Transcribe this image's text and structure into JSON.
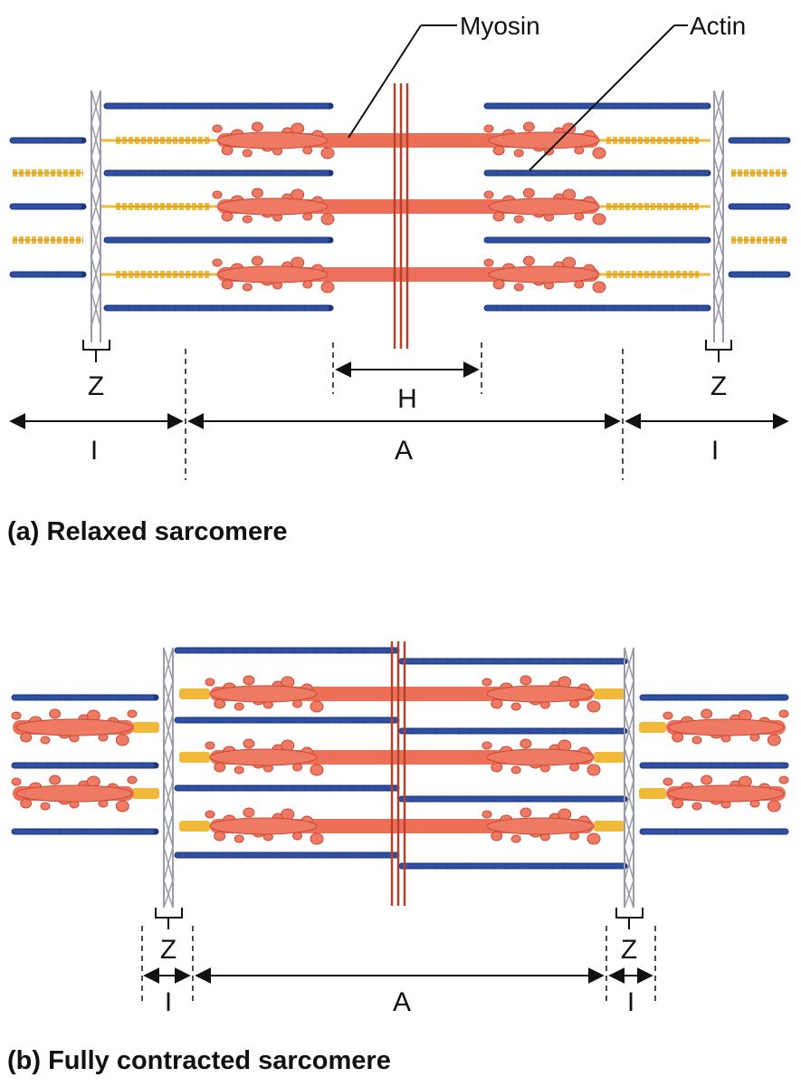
{
  "labels": {
    "myosin": "Myosin",
    "actin": "Actin",
    "z": "Z",
    "h": "H",
    "a": "A",
    "i": "I"
  },
  "panels": {
    "a_caption": "(a) Relaxed sarcomere",
    "b_caption": "(b) Fully contracted sarcomere"
  },
  "colors": {
    "actin": "#2f4fa3",
    "actin_dark": "#1e357a",
    "myosin": "#ee6f58",
    "myosin_head": "#ef7a63",
    "titin": "#f0b93a",
    "m_line": "#b5412c",
    "z_line": "#9a9aa8",
    "ink": "#111111"
  }
}
